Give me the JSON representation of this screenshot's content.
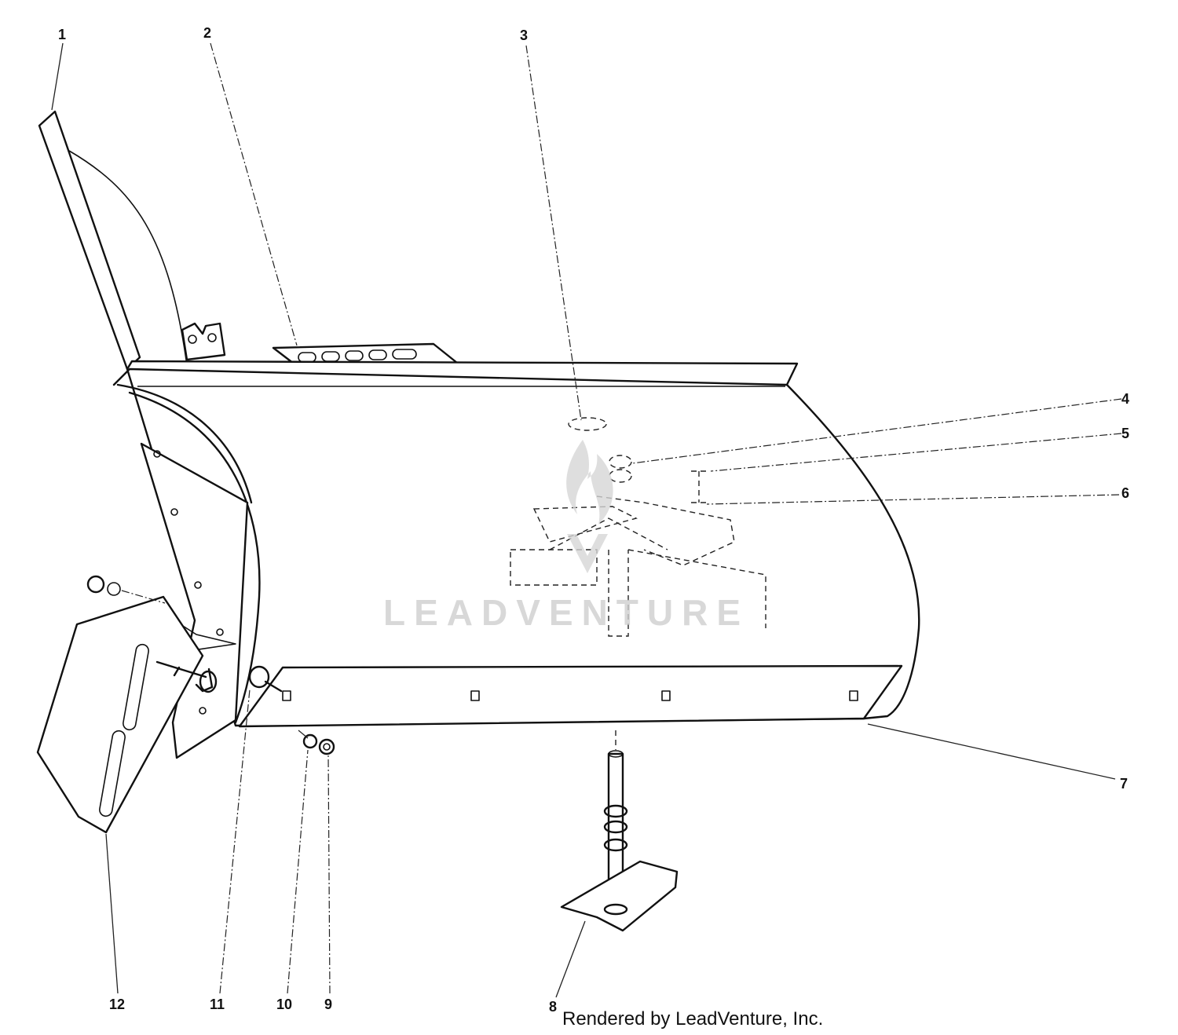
{
  "callouts": {
    "c1": "1",
    "c2": "2",
    "c3": "3",
    "c4": "4",
    "c5": "5",
    "c6": "6",
    "c7": "7",
    "c8": "8",
    "c9": "9",
    "c10": "10",
    "c11": "11",
    "c12": "12"
  },
  "watermark": {
    "text": "LEADVENTURE"
  },
  "credit": {
    "text": "Rendered by LeadVenture, Inc."
  },
  "colors": {
    "line": "#111111",
    "background": "#ffffff",
    "watermark": "#cfcfcf"
  }
}
